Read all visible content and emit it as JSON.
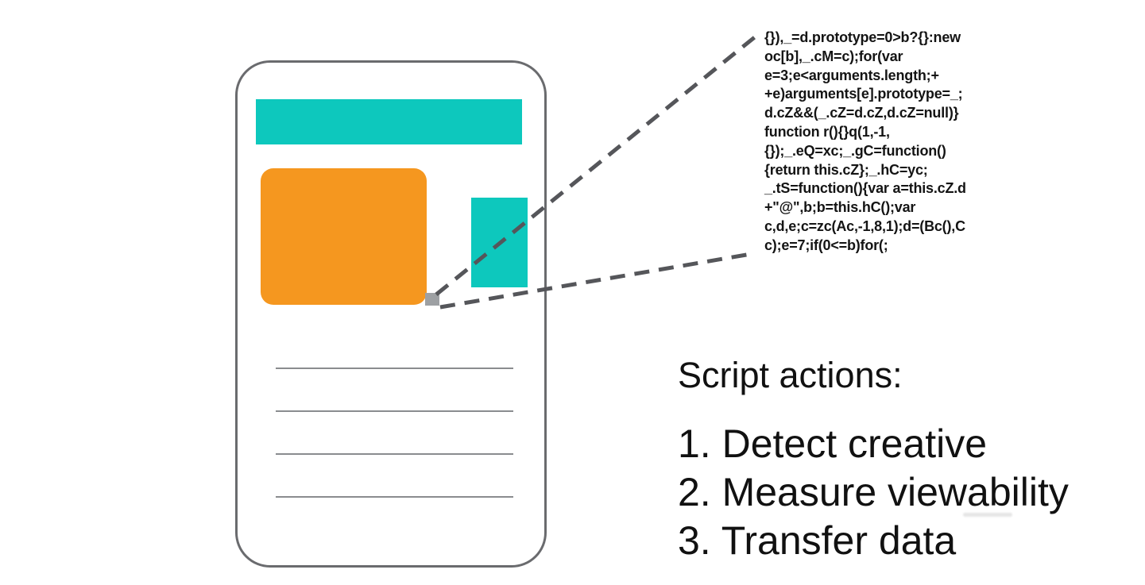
{
  "code_snippet": {
    "lines": [
      "{}),_=d.prototype=0>b?{}:new",
      "oc[b],_.cM=c);for(var",
      "e=3;e<arguments.length;+",
      "+e)arguments[e].prototype=_;",
      "d.cZ&&(_.cZ=d.cZ,d.cZ=null)}",
      "function r(){}q(1,-1,",
      "{});_.eQ=xc;_.gC=function()",
      "{return this.cZ};_.hC=yc;",
      "_.tS=function(){var a=this.cZ.d",
      "+\"@\",b;b=this.hC();var",
      "c,d,e;c=zc(Ac,-1,8,1);d=(Bc(),C",
      "c);e=7;if(0<=b)for(;"
    ]
  },
  "script_actions": {
    "title": "Script actions:",
    "items": [
      "1. Detect creative",
      "2. Measure viewability",
      "3. Transfer data"
    ]
  },
  "colors": {
    "teal": "#0DC8BD",
    "orange": "#F5971F",
    "dash_gray": "#55565A",
    "phone_border": "#6A6B6E",
    "placeholder_line": "#8A8C8F",
    "pixel_square": "#9DA0A3",
    "code_text": "#141414",
    "body_text": "#111111"
  }
}
